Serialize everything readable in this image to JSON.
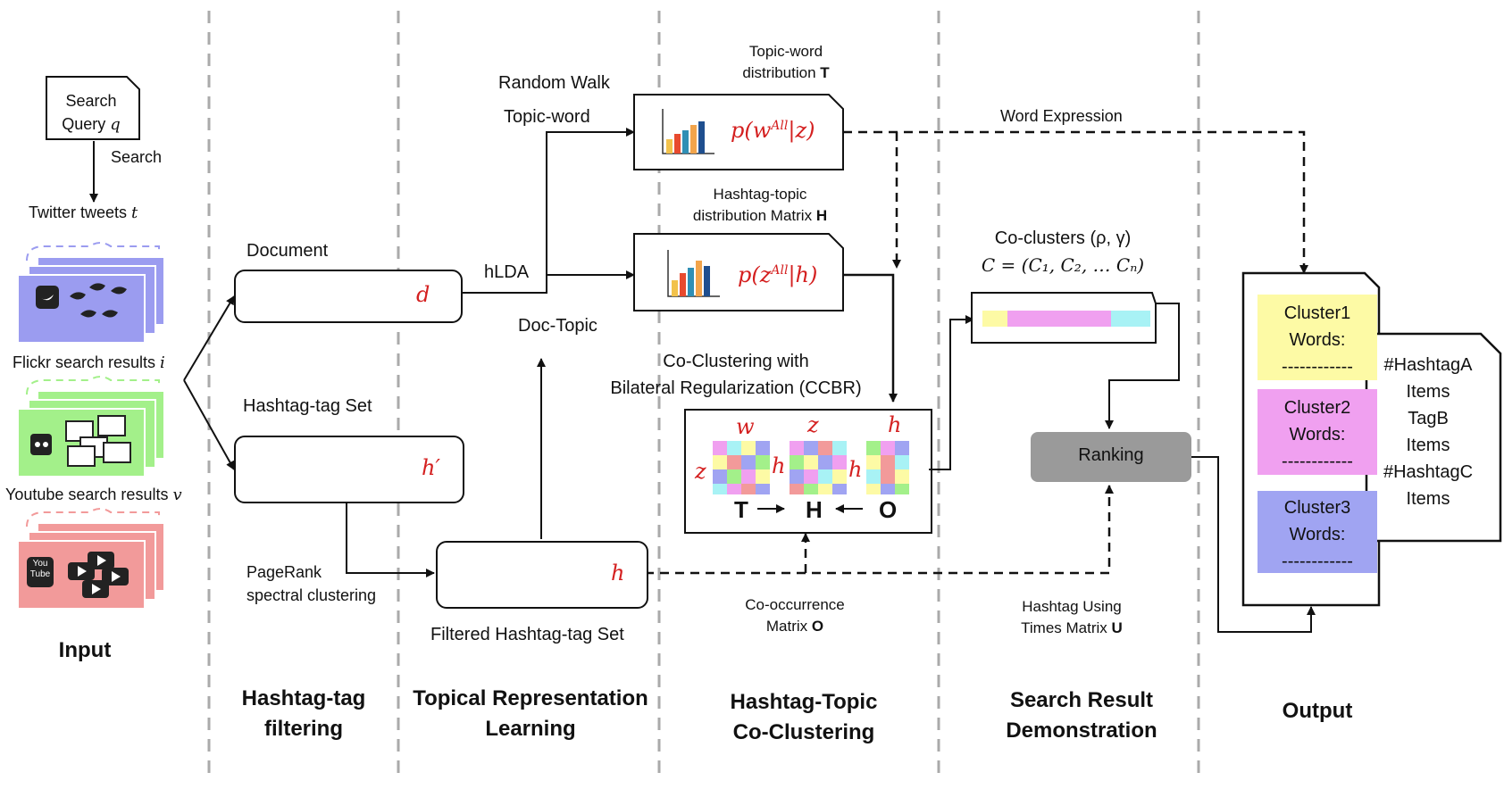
{
  "input": {
    "search_query_line1": "Search",
    "search_query_line2": "Query",
    "query_var": "q",
    "search_label": "Search",
    "twitter_label": "Twitter tweets",
    "twitter_var": "t",
    "flickr_label": "Flickr search results",
    "flickr_var": "i",
    "youtube_label": "Youtube search results",
    "youtube_var": "v",
    "youtube_logo_top": "You",
    "youtube_logo_bottom": "Tube"
  },
  "stages": {
    "input": "Input",
    "filtering_line1": "Hashtag-tag",
    "filtering_line2": "filtering",
    "topical_line1": "Topical Representation",
    "topical_line2": "Learning",
    "coclustering_line1": "Hashtag-Topic",
    "coclustering_line2": "Co-Clustering",
    "search_line1": "Search Result",
    "search_line2": "Demonstration",
    "output": "Output"
  },
  "filtering": {
    "document_label": "Document",
    "document_var": "d",
    "hashtag_set_label": "Hashtag-tag Set",
    "hashtag_set_var": "h′",
    "pagerank_line1": "PageRank",
    "pagerank_line2": "spectral clustering"
  },
  "topical": {
    "random_walk": "Random Walk",
    "topic_word": "Topic-word",
    "hlda": "hLDA",
    "doc_topic": "Doc-Topic",
    "filtered_set_label": "Filtered Hashtag-tag Set",
    "filtered_set_var": "h"
  },
  "coclustering": {
    "topic_word_dist_line1": "Topic-",
    "topic_word_dist_line2": "word",
    "topic_word_dist_line3": "distribution",
    "topic_word_dist_var": "T",
    "topic_word_formula": "p(w^All|z)",
    "topic_word_formula_base": "p(w",
    "topic_word_formula_sup": "All",
    "topic_word_formula_tail": "|z)",
    "hashtag_topic_line1": "Hashtag-topic",
    "hashtag_topic_line2": "distribution Matrix",
    "hashtag_topic_var": "H",
    "hashtag_topic_formula_base": "p(z",
    "hashtag_topic_formula_sup": "All",
    "hashtag_topic_formula_tail": "|h)",
    "ccbr_line1": "Co-Clustering with",
    "ccbr_line2": "Bilateral Regularization (CCBR)",
    "matrix_labels": [
      "w",
      "z",
      "h",
      "z",
      "h",
      "h"
    ],
    "matrix_letters": [
      "T",
      "H",
      "O"
    ],
    "cooccurrence_line1": "Co-occurrence",
    "cooccurrence_line2": "Matrix",
    "cooccurrence_var": "O"
  },
  "search": {
    "word_expression": "Word Expression",
    "coclusters_line1": "Co-clusters (ρ, γ)",
    "coclusters_line2": "C = (C₁, C₂, … Cₙ)",
    "ranking": "Ranking",
    "using_times_line1": "Hashtag Using",
    "using_times_line2": "Times Matrix",
    "using_times_var": "U"
  },
  "output": {
    "clusters": [
      {
        "title": "Cluster1",
        "words": "Words:",
        "dashes": "------------",
        "color": "#fdfaa5"
      },
      {
        "title": "Cluster2",
        "words": "Words:",
        "dashes": "------------",
        "color": "#f0a0f0"
      },
      {
        "title": "Cluster3",
        "words": "Words:",
        "dashes": "------------",
        "color": "#a0a4f2"
      }
    ],
    "hashtags": [
      "#HashtagA",
      "Items",
      "TagB",
      "Items",
      "#HashtagC",
      "Items"
    ]
  },
  "colors": {
    "accent_red": "#d42020",
    "twitter_card": "#9b9cf0",
    "flickr_card": "#a3f08a",
    "youtube_card": "#f29a9a",
    "ranking_box": "#9a9a9a",
    "cocluster_yellow": "#fdfaa5",
    "cocluster_pink": "#f0a0f0",
    "cocluster_cyan": "#a8f2f5"
  }
}
